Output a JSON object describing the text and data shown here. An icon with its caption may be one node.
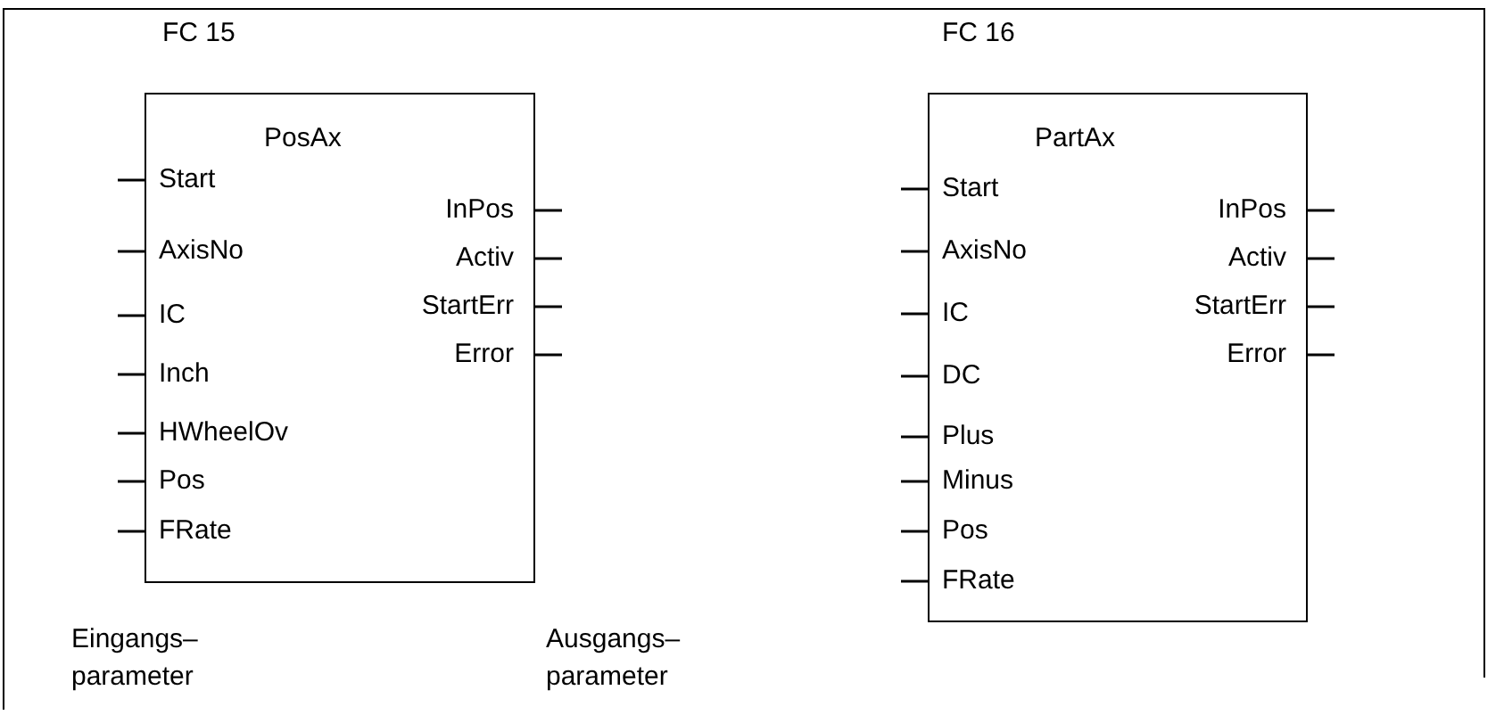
{
  "diagram": {
    "nodes": [
      {
        "text": [
          "FC 15",
          "PosAx"
        ]
      },
      {
        "text": [
          "FC 16",
          "PartAx"
        ]
      }
    ],
    "labels": [
      "Start",
      "AxisNo",
      "IC",
      "Inch",
      "HWheelOv",
      "Pos",
      "FRate",
      "InPos",
      "Activ",
      "StartErr",
      "Error",
      "Start",
      "AxisNo",
      "IC",
      "DC",
      "Plus",
      "Minus",
      "Pos",
      "FRate",
      "InPos",
      "Activ",
      "StartErr",
      "Error",
      "Eingangs– parameter",
      "Ausgangs– parameter"
    ]
  }
}
